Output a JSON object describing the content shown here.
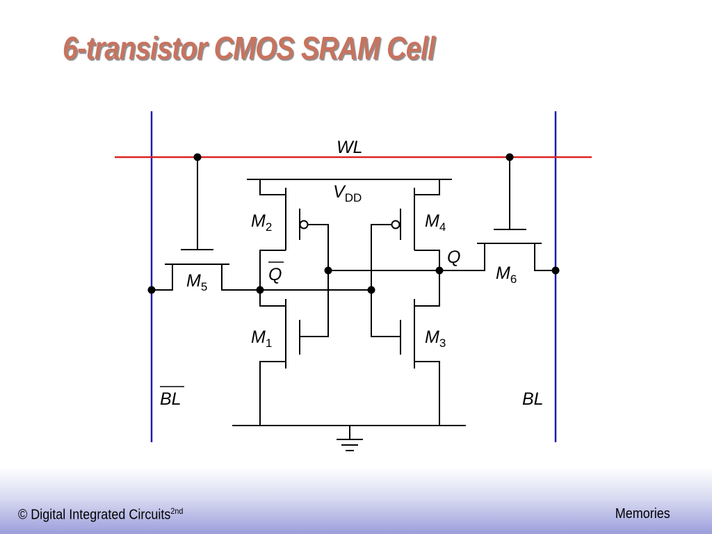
{
  "slide": {
    "title": "6-transistor CMOS SRAM Cell"
  },
  "schematic": {
    "labels": {
      "wl": "WL",
      "vdd_main": "V",
      "vdd_sub": "DD",
      "m1_main": "M",
      "m1_sub": "1",
      "m2_main": "M",
      "m2_sub": "2",
      "m3_main": "M",
      "m3_sub": "3",
      "m4_main": "M",
      "m4_sub": "4",
      "m5_main": "M",
      "m5_sub": "5",
      "m6_main": "M",
      "m6_sub": "6",
      "q": "Q",
      "q_bar": "Q",
      "bl": "BL",
      "bl_bar": "BL"
    },
    "colors": {
      "word_line": "#dd2222",
      "bit_lines": "#1c1caa",
      "wires": "#000000",
      "title": "#c7735f"
    }
  },
  "footer": {
    "left_text": "© Digital Integrated Circuits",
    "left_sup": "2nd",
    "right_text": "Memories"
  }
}
